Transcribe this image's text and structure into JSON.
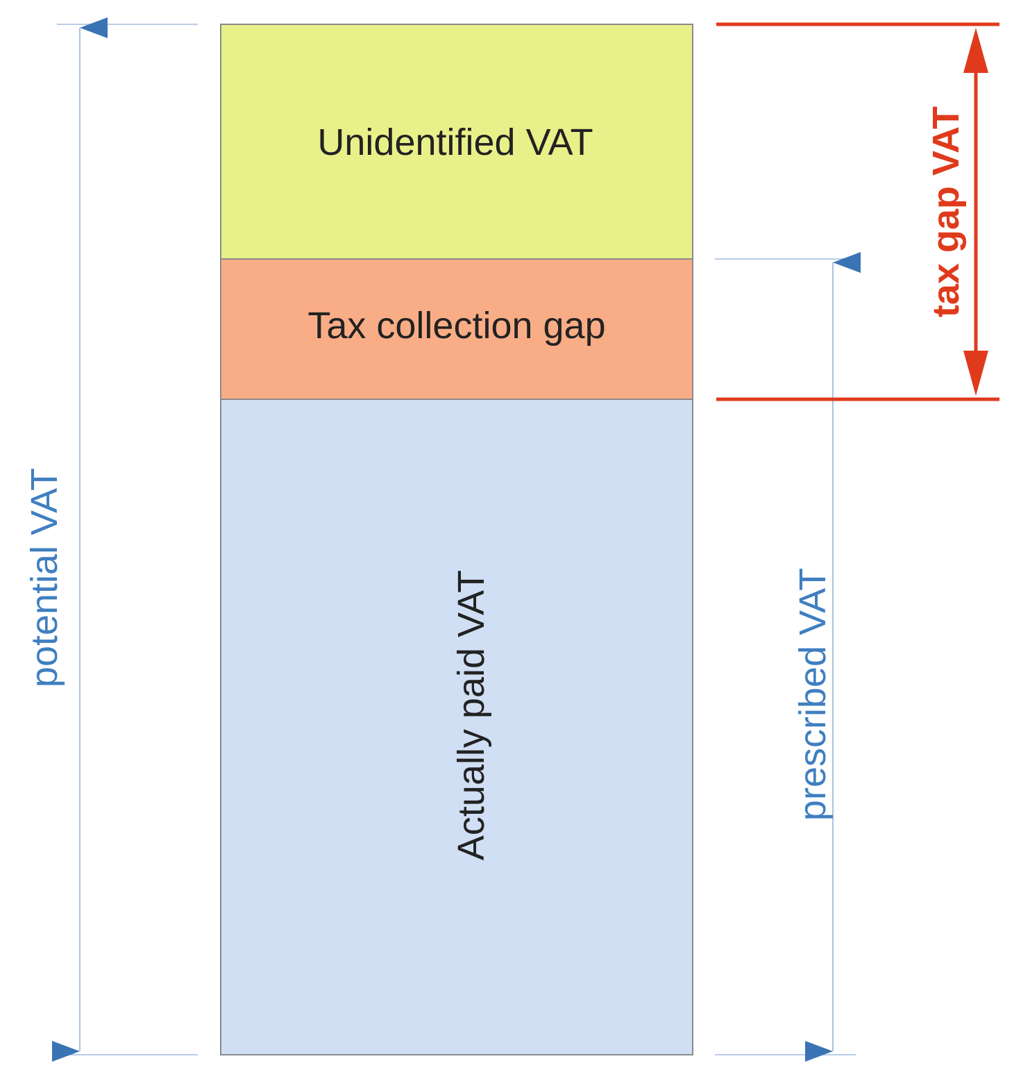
{
  "diagram": {
    "blocks": {
      "unidentified": {
        "label": "Unidentified VAT",
        "color": "#e8f08a"
      },
      "collection_gap": {
        "label": "Tax collection gap",
        "color": "#f9ad86"
      },
      "paid": {
        "label": "Actually paid VAT",
        "color": "#d0dff4"
      }
    },
    "measures": {
      "potential": {
        "label": "potential VAT",
        "color": "#3f7fc0"
      },
      "prescribed": {
        "label": "prescribed VAT",
        "color": "#3f7fc0"
      },
      "tax_gap": {
        "label": "tax gap VAT",
        "color": "#e03a1c"
      }
    },
    "border_color": "#8a8a8a",
    "guide_color": "#b9cde6"
  }
}
